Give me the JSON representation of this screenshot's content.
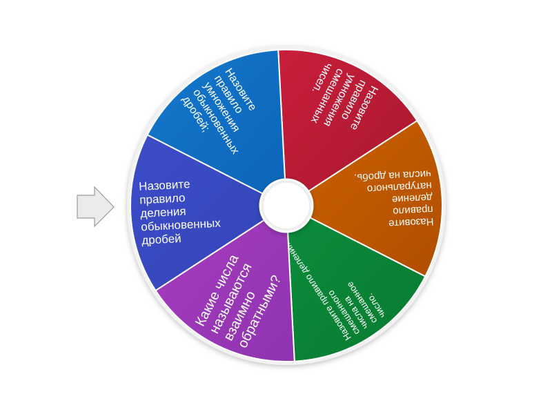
{
  "wheel": {
    "segments": [
      {
        "name": "red",
        "color": "#c81e3c",
        "color2": "#a8182e",
        "lines": [
          "Назовите",
          "правило",
          "умножения",
          "смешанных",
          "чисел."
        ],
        "font": 16
      },
      {
        "name": "orange",
        "color": "#cc6200",
        "color2": "#b04e00",
        "lines": [
          "Назовите",
          "правило",
          "деление",
          "натурального",
          "числа на дробь."
        ],
        "font": 15
      },
      {
        "name": "green",
        "color": "#0c8c3c",
        "color2": "#087a30",
        "lines": [
          "Назовите правило деления",
          "смешанного",
          "числа на",
          "смешанное",
          "число."
        ],
        "font": 13
      },
      {
        "name": "purple",
        "color": "#a83cc0",
        "color2": "#8e34b0",
        "lines": [
          "Какие числа",
          "называются",
          "взаимно",
          "обратными?"
        ],
        "font": 20
      },
      {
        "name": "indigo",
        "color": "#3c4cc8",
        "color2": "#3446b8",
        "lines": [
          "Назовите",
          "правило",
          "деления",
          "обыкновенных",
          "дробей"
        ],
        "font": 17
      },
      {
        "name": "blue",
        "color": "#1478cc",
        "color2": "#0c64b8",
        "lines": [
          "Назовите",
          "правило",
          "умножения",
          "обыкновенных",
          "дробей;"
        ],
        "font": 16
      }
    ]
  },
  "pointer": {
    "icon": "arrow-right-icon",
    "color": "#e8e8e8"
  }
}
